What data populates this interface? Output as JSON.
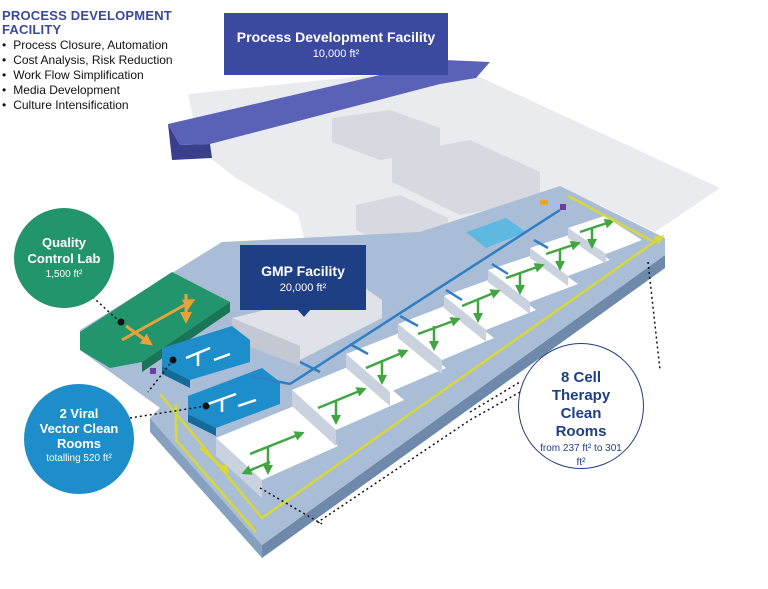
{
  "heading": "PROCESS DEVELOPMENT FACILITY",
  "bullets": [
    "Process Closure, Automation",
    "Cost Analysis, Risk Reduction",
    "Work Flow Simplification",
    "Media Development",
    "Culture Intensification"
  ],
  "pdf_callout": {
    "title": "Process Development Facility",
    "size": "10,000 ft²"
  },
  "gmp_callout": {
    "title": "GMP Facility",
    "size": "20,000 ft²"
  },
  "qc_callout": {
    "title": "Quality Control Lab",
    "size": "1,500 ft²"
  },
  "vv_callout": {
    "title": "2 Viral Vector Clean Rooms",
    "size": "totalling 520 ft²"
  },
  "ct_callout": {
    "title": "8 Cell Therapy Clean Rooms",
    "size": "from 237 ft² to 301 ft²"
  },
  "colors": {
    "navy": "#1f3f84",
    "indigo": "#3b4aa0",
    "qc_green": "#22956d",
    "viral_blue": "#1d8ec9",
    "floor_blue": "#9eb4cf",
    "clean_room": "#ffffff",
    "arrow_green": "#3fa642",
    "arrow_yellow": "#d8d83a"
  }
}
